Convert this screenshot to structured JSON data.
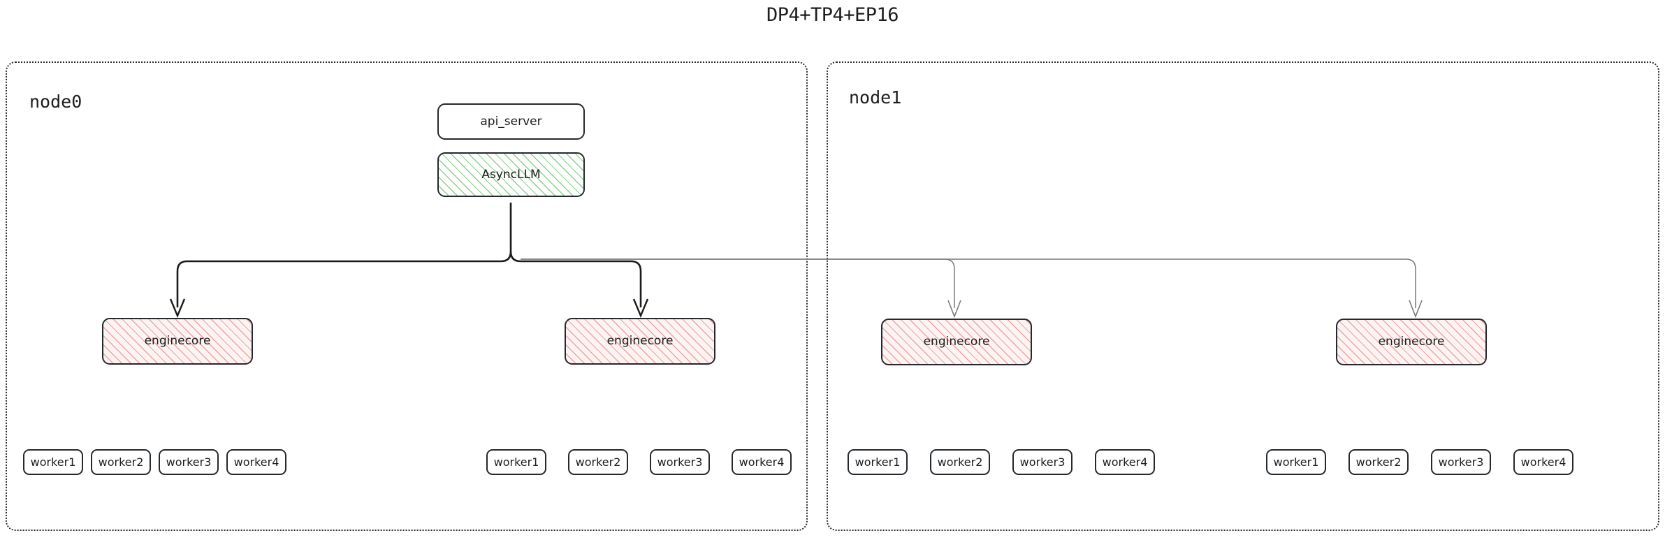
{
  "diagram": {
    "title": "DP4+TP4+EP16",
    "type": "flowchart",
    "colors": {
      "border": "#24292e",
      "cluster_border": "#2b2b2b",
      "asyncllm_hatch": "#78c878",
      "enginecore_hatch": "#e79292",
      "enginecore_fill": "#fdf3f3",
      "edge_dark": "#1b1b1b",
      "edge_light": "#7a7a7a",
      "text": "#1d1d1d"
    }
  },
  "clusters": [
    {
      "id": "node0",
      "label": "node0"
    },
    {
      "id": "node1",
      "label": "node1"
    }
  ],
  "nodes": {
    "api_server": "api_server",
    "asyncllm": "AsyncLLM",
    "enginecore": "enginecore"
  },
  "engines": [
    {
      "id": "engine0",
      "cluster": "node0",
      "label": "enginecore",
      "workers": [
        "worker1",
        "worker2",
        "worker3",
        "worker4"
      ]
    },
    {
      "id": "engine1",
      "cluster": "node0",
      "label": "enginecore",
      "workers": [
        "worker1",
        "worker2",
        "worker3",
        "worker4"
      ]
    },
    {
      "id": "engine2",
      "cluster": "node1",
      "label": "enginecore",
      "workers": [
        "worker1",
        "worker2",
        "worker3",
        "worker4"
      ]
    },
    {
      "id": "engine3",
      "cluster": "node1",
      "label": "enginecore",
      "workers": [
        "worker1",
        "worker2",
        "worker3",
        "worker4"
      ]
    }
  ],
  "edges": [
    {
      "from": "asyncllm",
      "to": "engine0",
      "style": "dark"
    },
    {
      "from": "asyncllm",
      "to": "engine1",
      "style": "dark"
    },
    {
      "from": "asyncllm",
      "to": "engine2",
      "style": "light"
    },
    {
      "from": "asyncllm",
      "to": "engine3",
      "style": "light"
    }
  ]
}
